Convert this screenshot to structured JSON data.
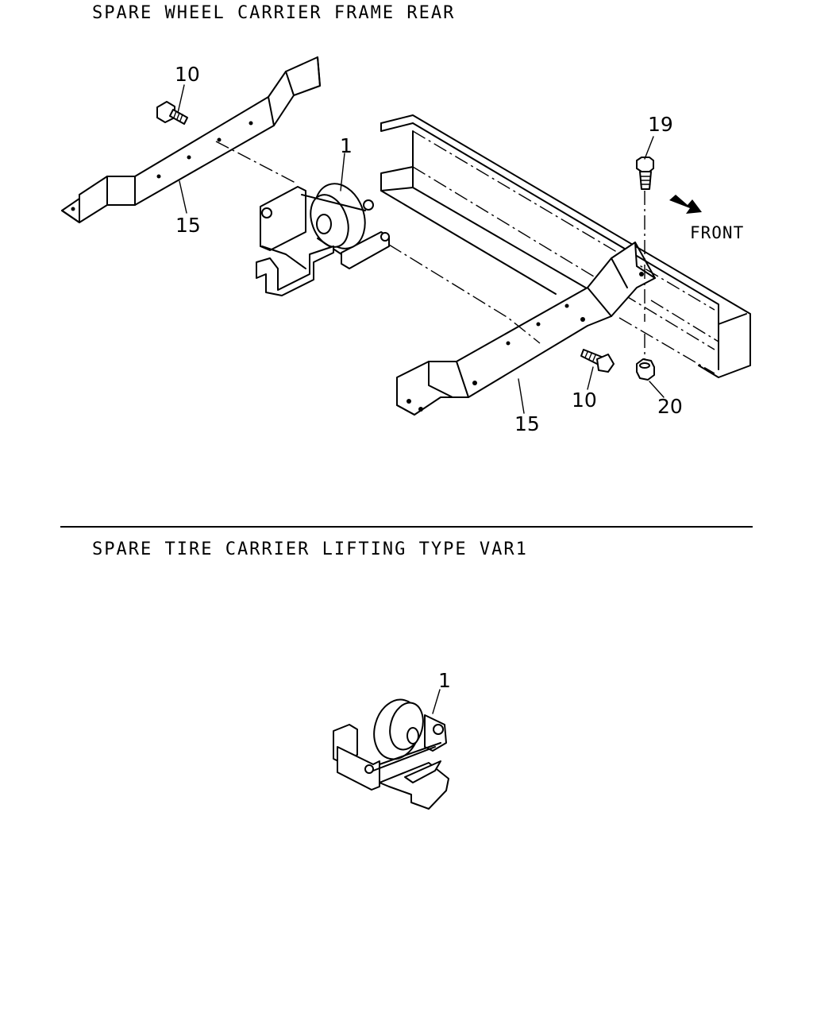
{
  "sections": [
    {
      "title": "SPARE WHEEL CARRIER FRAME REAR",
      "callouts": {
        "c10_top": "10",
        "c15_left": "15",
        "c1_top": "1",
        "c19": "19",
        "c10_bottom": "10",
        "c20": "20",
        "c15_right": "15"
      },
      "direction_label": "FRONT"
    },
    {
      "title": "SPARE TIRE CARRIER LIFTING TYPE VAR1",
      "callouts": {
        "c1_bottom": "1"
      }
    }
  ]
}
